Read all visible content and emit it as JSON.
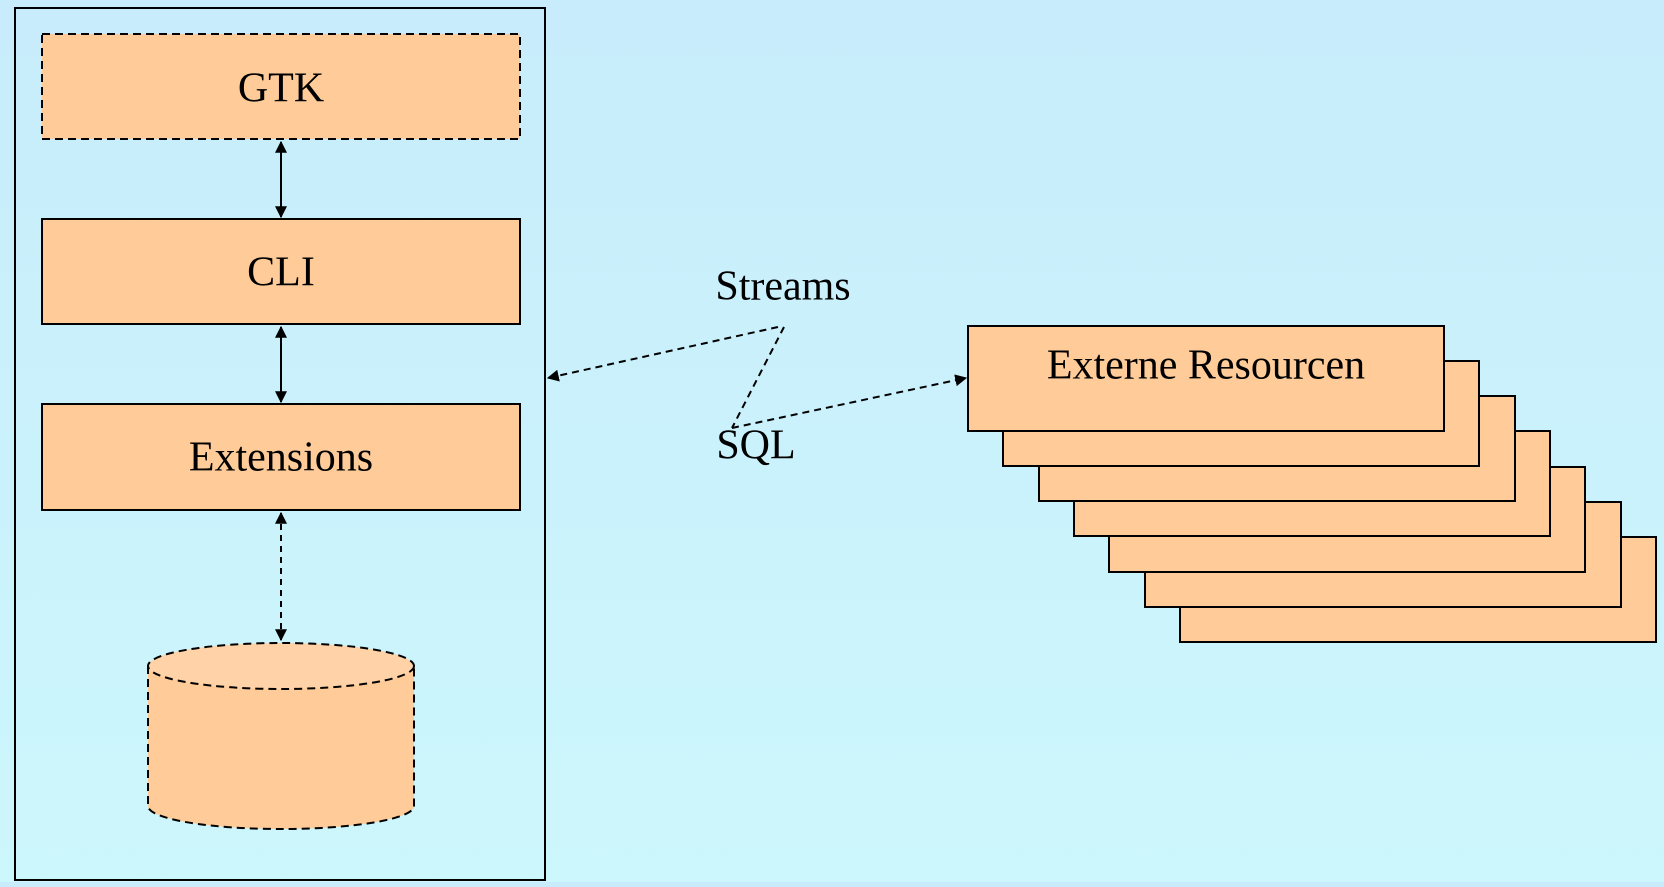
{
  "diagram": {
    "colors": {
      "box_fill": "#ffcc99",
      "stroke": "#000000",
      "background_top": "#c8ecfb",
      "background_bottom": "#ccf7fc"
    },
    "container": {
      "gtk_label": "GTK",
      "cli_label": "CLI",
      "extensions_label": "Extensions",
      "database_icon": "database-cylinder-icon"
    },
    "connectors": {
      "streams_label": "Streams",
      "sql_label": "SQL"
    },
    "external": {
      "label": "Externe Resourcen",
      "stack_count": 7
    }
  }
}
